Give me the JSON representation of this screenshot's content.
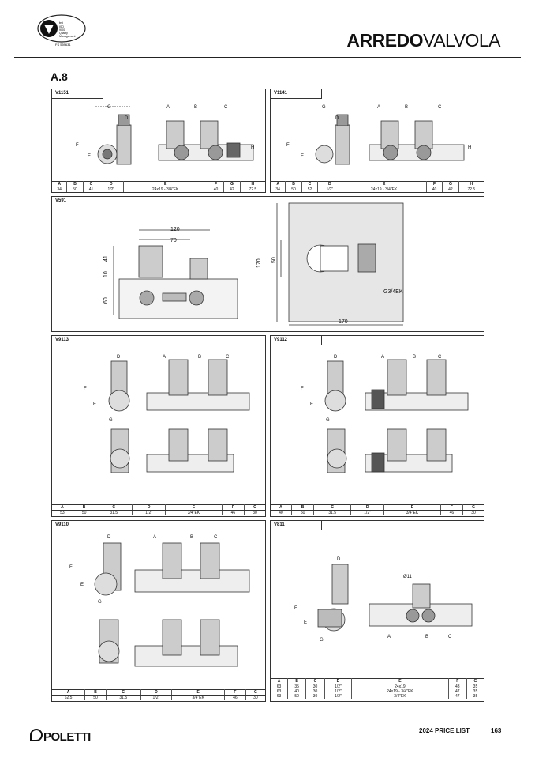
{
  "header": {
    "brand_bold": "ARREDO",
    "brand_light": "VALVOLA",
    "cert_lines": [
      "bsi",
      "ISO",
      "9001",
      "Quality",
      "Management",
      "FS 559631"
    ]
  },
  "section_title": "A.8",
  "panels": [
    {
      "id": "V1151",
      "headers": [
        "A",
        "B",
        "C",
        "D",
        "E",
        "F",
        "G",
        "H"
      ],
      "rows": [
        [
          "34",
          "50",
          "41",
          "1/2\"",
          "24x19 - 3/4\"EK",
          "40",
          "42",
          "72.5"
        ]
      ],
      "labels": [
        "G",
        "D",
        "A",
        "B",
        "C",
        "F",
        "E",
        "H"
      ]
    },
    {
      "id": "V1141",
      "headers": [
        "A",
        "B",
        "C",
        "D",
        "E",
        "F",
        "G",
        "H"
      ],
      "rows": [
        [
          "34",
          "50",
          "52",
          "1/2\"",
          "24x19 - 3/4\"EK",
          "40",
          "42",
          "72.5"
        ]
      ],
      "labels": [
        "G",
        "D",
        "A",
        "B",
        "C",
        "F",
        "E",
        "H"
      ]
    },
    {
      "id": "V591",
      "dims": {
        "d120": "120",
        "d70": "70",
        "d41": "41",
        "d10": "10",
        "d60": "60",
        "d170v": "170",
        "d50": "50",
        "thread": "G3/4EK",
        "d170h": "170"
      }
    },
    {
      "id": "V9113",
      "headers": [
        "A",
        "B",
        "C",
        "D",
        "E",
        "F",
        "G"
      ],
      "rows": [
        [
          "53",
          "50",
          "31.5",
          "1/2\"",
          "3/4\"EK",
          "46",
          "30"
        ]
      ],
      "labels": [
        "D",
        "A",
        "B",
        "C",
        "F",
        "E",
        "G"
      ]
    },
    {
      "id": "V9112",
      "headers": [
        "A",
        "B",
        "C",
        "D",
        "E",
        "F",
        "G"
      ],
      "rows": [
        [
          "40",
          "50",
          "31.5",
          "1/2\"",
          "3/4\"EK",
          "46",
          "30"
        ]
      ],
      "labels": [
        "D",
        "A",
        "B",
        "C",
        "F",
        "E",
        "G"
      ]
    },
    {
      "id": "V9110",
      "headers": [
        "A",
        "B",
        "C",
        "D",
        "E",
        "F",
        "G"
      ],
      "rows": [
        [
          "62.5",
          "50",
          "31.5",
          "1/2\"",
          "3/4\"EK",
          "46",
          "30"
        ]
      ],
      "labels": [
        "D",
        "A",
        "B",
        "C",
        "F",
        "E",
        "G"
      ]
    },
    {
      "id": "V811",
      "headers": [
        "A",
        "B",
        "C",
        "D",
        "E",
        "F",
        "G"
      ],
      "rows": [
        [
          "63",
          "35",
          "30",
          "1/2\"",
          "24x19",
          "43",
          "35"
        ],
        [
          "63",
          "40",
          "30",
          "1/2\"",
          "24x19 - 3/4\"EK",
          "47",
          "35"
        ],
        [
          "63",
          "50",
          "30",
          "1/2\"",
          "3/4\"EK",
          "47",
          "35"
        ]
      ],
      "labels": [
        "D",
        "Ø11",
        "F",
        "E",
        "G",
        "A",
        "B",
        "C"
      ]
    }
  ],
  "footer": {
    "logo": "POLETTI",
    "price_list": "2024 PRICE LIST",
    "page": "163"
  }
}
